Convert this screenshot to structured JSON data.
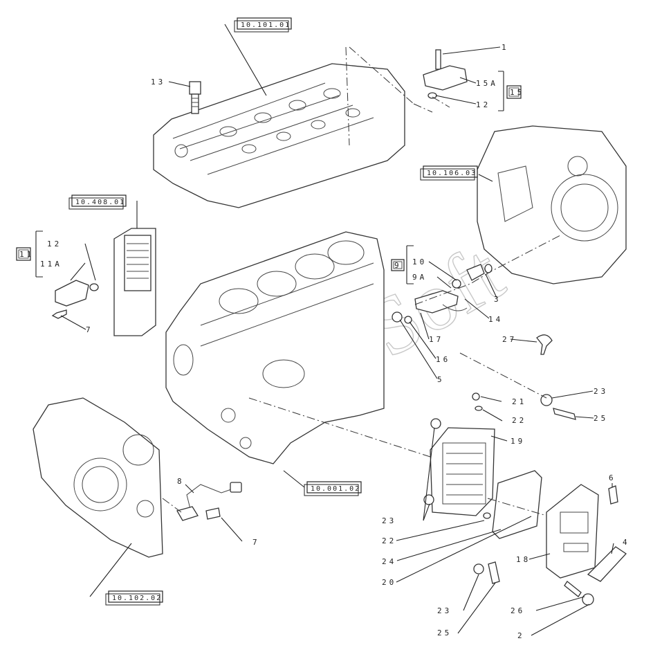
{
  "title": "",
  "watermark": "AutoSoft",
  "references": {
    "cylinder_head": "10.101.01",
    "flywheel_housing": "10.106.03",
    "oil_cooler": "10.408.01",
    "engine_block": "10.001.02",
    "timing_cover": "10.102.02"
  },
  "group_labels": {
    "g15": "15",
    "g11": "11",
    "g9": "9"
  },
  "callouts": {
    "c1": "1",
    "c2": "2",
    "c3": "3",
    "c4": "4",
    "c5": "5",
    "c6": "6",
    "c7a": "7",
    "c7b": "7",
    "c8": "8",
    "c9a": "9A",
    "c10": "10",
    "c11a": "11A",
    "c12a": "12",
    "c12b": "12",
    "c13": "13",
    "c14": "14",
    "c15a": "15A",
    "c16": "16",
    "c17": "17",
    "c18": "18",
    "c19": "19",
    "c20": "20",
    "c21": "21",
    "c22a": "22",
    "c22b": "22",
    "c23a": "23",
    "c23b": "23",
    "c23c": "23",
    "c24": "24",
    "c25a": "25",
    "c25b": "25",
    "c26": "26",
    "c27": "27"
  }
}
